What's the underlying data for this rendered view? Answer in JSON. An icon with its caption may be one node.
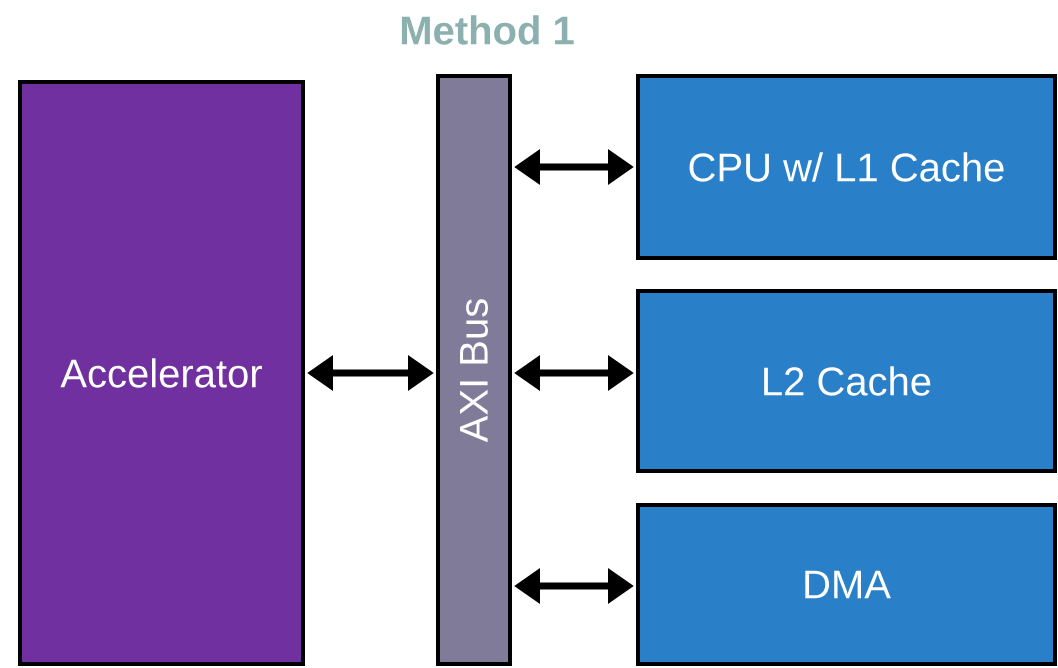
{
  "diagram": {
    "title": "Method 1",
    "nodes": [
      {
        "text": [
          "Accelerator"
        ]
      },
      {
        "text": [
          "AXI Bus"
        ]
      },
      {
        "text": [
          "CPU w/ L1 Cache"
        ]
      },
      {
        "text": [
          "L2 Cache"
        ]
      },
      {
        "text": [
          "DMA"
        ]
      }
    ],
    "edges": [
      {
        "from": 0,
        "to": 1,
        "arrow": "both"
      },
      {
        "from": 1,
        "to": 2,
        "arrow": "both"
      },
      {
        "from": 1,
        "to": 3,
        "arrow": "both"
      },
      {
        "from": 1,
        "to": 4,
        "arrow": "both"
      }
    ]
  }
}
